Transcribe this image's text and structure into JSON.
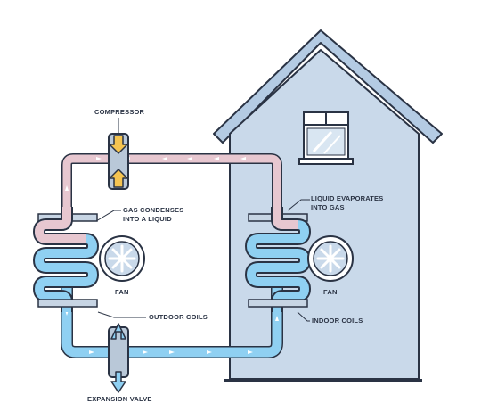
{
  "labels": {
    "compressor": "COMPRESSOR",
    "gas_condenses_1": "GAS CONDENSES",
    "gas_condenses_2": "INTO A LIQUID",
    "liquid_evaporates_1": "LIQUID EVAPORATES",
    "liquid_evaporates_2": "INTO GAS",
    "fan_outdoor": "FAN",
    "fan_indoor": "FAN",
    "outdoor_coils": "OUTDOOR COILS",
    "indoor_coils": "INDOOR COILS",
    "expansion_valve": "EXPANSION VALVE"
  },
  "colors": {
    "hot_pipe": "#e7c7d0",
    "cold_pipe": "#8fd0f2",
    "house_wall": "#c9d9ea",
    "roof": "#b4cbe3",
    "outline": "#2a3344",
    "valve": "#b9c8d8",
    "arrow": "#f5c451"
  }
}
